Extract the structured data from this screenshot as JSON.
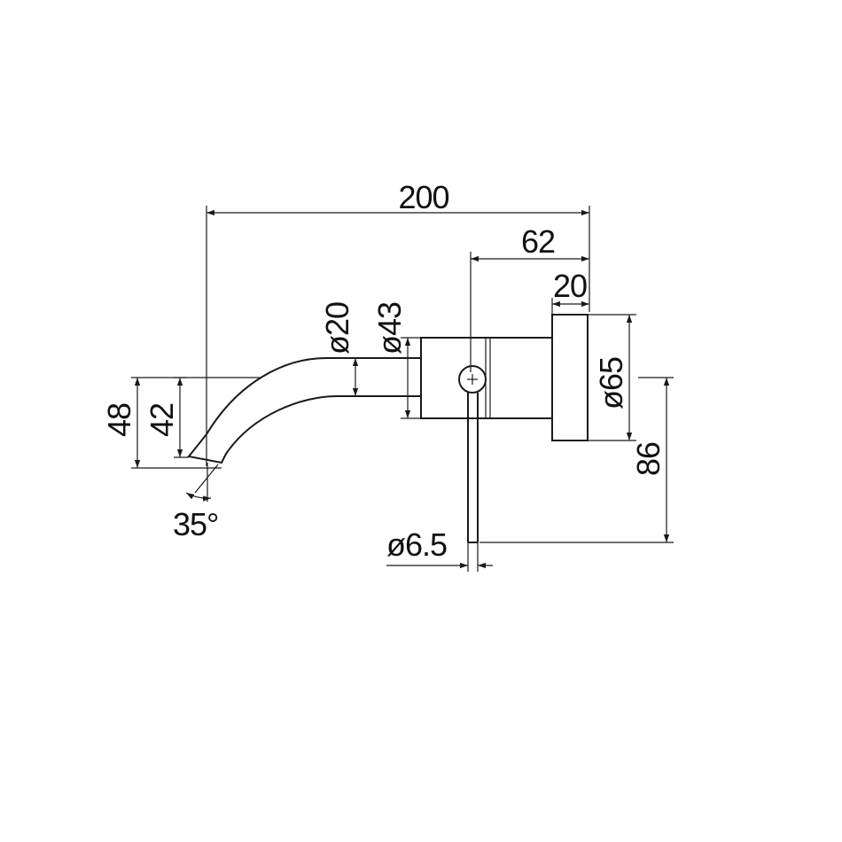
{
  "drawing": {
    "line_color": "#1a1a1a",
    "background": "#ffffff",
    "dimensions": {
      "overall_length": "200",
      "body_length": "62",
      "plate_thickness": "20",
      "spout_diameter": "ø20",
      "body_diameter": "ø43",
      "plate_diameter": "ø65",
      "lever_height": "86",
      "spout_drop_outer": "48",
      "spout_drop_inner": "42",
      "spout_angle": "35°",
      "lever_diameter": "ø6.5"
    }
  }
}
